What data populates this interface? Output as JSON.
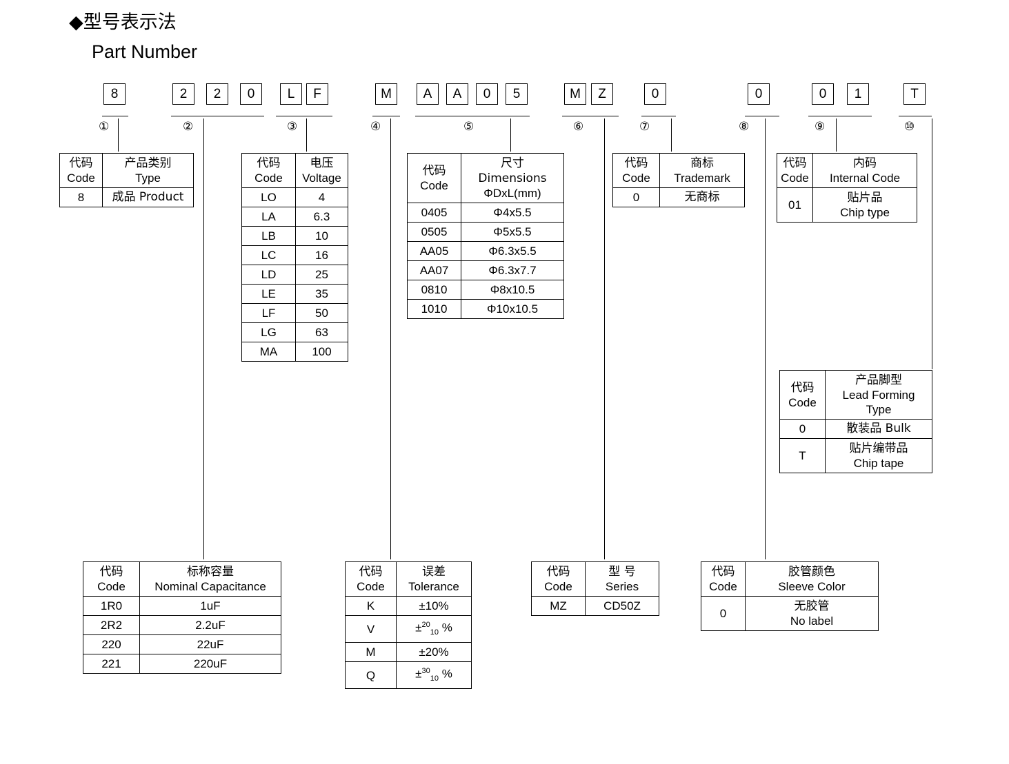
{
  "heading": {
    "cn": "◆型号表示法",
    "en": "Part Number"
  },
  "part_number": {
    "groups": [
      {
        "marker": "①",
        "chars": [
          "8"
        ]
      },
      {
        "marker": "②",
        "chars": [
          "2",
          "2",
          "0"
        ]
      },
      {
        "marker": "③",
        "chars": [
          "L",
          "F"
        ]
      },
      {
        "marker": "④",
        "chars": [
          "M"
        ]
      },
      {
        "marker": "⑤",
        "chars": [
          "A",
          "A",
          "0",
          "5"
        ]
      },
      {
        "marker": "⑥",
        "chars": [
          "M",
          "Z"
        ]
      },
      {
        "marker": "⑦",
        "chars": [
          "0"
        ]
      },
      {
        "marker": "⑧",
        "chars": [
          "0"
        ]
      },
      {
        "marker": "⑨",
        "chars": [
          "0",
          "1"
        ]
      },
      {
        "marker": "⑩",
        "chars": [
          "T"
        ]
      }
    ]
  },
  "tables": {
    "type": {
      "headers": {
        "code_cn": "代码",
        "code_en": "Code",
        "label_cn": "产品类别",
        "label_en": "Type"
      },
      "rows": [
        {
          "code": "8",
          "value": "成品 Product"
        }
      ]
    },
    "voltage": {
      "headers": {
        "code_cn": "代码",
        "code_en": "Code",
        "label_cn": "电压",
        "label_en": "Voltage"
      },
      "rows": [
        {
          "code": "LO",
          "value": "4"
        },
        {
          "code": "LA",
          "value": "6.3"
        },
        {
          "code": "LB",
          "value": "10"
        },
        {
          "code": "LC",
          "value": "16"
        },
        {
          "code": "LD",
          "value": "25"
        },
        {
          "code": "LE",
          "value": "35"
        },
        {
          "code": "LF",
          "value": "50"
        },
        {
          "code": "LG",
          "value": "63"
        },
        {
          "code": "MA",
          "value": "100"
        }
      ]
    },
    "dimensions": {
      "headers": {
        "code_cn": "代码",
        "code_en": "Code",
        "label_cn": "尺寸 Dimensions",
        "label_en": "ΦDxL(mm)"
      },
      "rows": [
        {
          "code": "0405",
          "value": "Φ4x5.5"
        },
        {
          "code": "0505",
          "value": "Φ5x5.5"
        },
        {
          "code": "AA05",
          "value": "Φ6.3x5.5"
        },
        {
          "code": "AA07",
          "value": "Φ6.3x7.7"
        },
        {
          "code": "0810",
          "value": "Φ8x10.5"
        },
        {
          "code": "1010",
          "value": "Φ10x10.5"
        }
      ]
    },
    "trademark": {
      "headers": {
        "code_cn": "代码",
        "code_en": "Code",
        "label_cn": "商标",
        "label_en": "Trademark"
      },
      "rows": [
        {
          "code": "0",
          "value": "无商标"
        }
      ]
    },
    "internal_code": {
      "headers": {
        "code_cn": "代码",
        "code_en": "Code",
        "label_cn": "内码",
        "label_en": "Internal Code"
      },
      "rows": [
        {
          "code": "01",
          "value_cn": "贴片品",
          "value_en": "Chip type"
        }
      ]
    },
    "lead_forming": {
      "headers": {
        "code_cn": "代码",
        "code_en": "Code",
        "label_cn": "产品脚型",
        "label_en1": "Lead Forming",
        "label_en2": "Type"
      },
      "rows": [
        {
          "code": "0",
          "value_cn": "散装品 Bulk",
          "value_en": ""
        },
        {
          "code": "T",
          "value_cn": "贴片编带品",
          "value_en": "Chip tape"
        }
      ]
    },
    "capacitance": {
      "headers": {
        "code_cn": "代码",
        "code_en": "Code",
        "label_cn": "标称容量",
        "label_en": "Nominal Capacitance"
      },
      "rows": [
        {
          "code": "1R0",
          "value": "1uF"
        },
        {
          "code": "2R2",
          "value": "2.2uF"
        },
        {
          "code": "220",
          "value": "22uF"
        },
        {
          "code": "221",
          "value": "220uF"
        }
      ]
    },
    "tolerance": {
      "headers": {
        "code_cn": "代码",
        "code_en": "Code",
        "label_cn": "误差",
        "label_en": "Tolerance"
      },
      "rows": [
        {
          "code": "K",
          "value": "±10%",
          "sup": "",
          "sub": ""
        },
        {
          "code": "V",
          "value": "",
          "sup": "20",
          "sub": "10"
        },
        {
          "code": "M",
          "value": "±20%",
          "sup": "",
          "sub": ""
        },
        {
          "code": "Q",
          "value": "",
          "sup": "30",
          "sub": "10"
        }
      ]
    },
    "series": {
      "headers": {
        "code_cn": "代码",
        "code_en": "Code",
        "label_cn": "型 号",
        "label_en": "Series"
      },
      "rows": [
        {
          "code": "MZ",
          "value": "CD50Z"
        }
      ]
    },
    "sleeve_color": {
      "headers": {
        "code_cn": "代码",
        "code_en": "Code",
        "label_cn": "胶管颜色",
        "label_en": "Sleeve Color"
      },
      "rows": [
        {
          "code": "0",
          "value_cn": "无胶管",
          "value_en": "No label"
        }
      ]
    }
  }
}
